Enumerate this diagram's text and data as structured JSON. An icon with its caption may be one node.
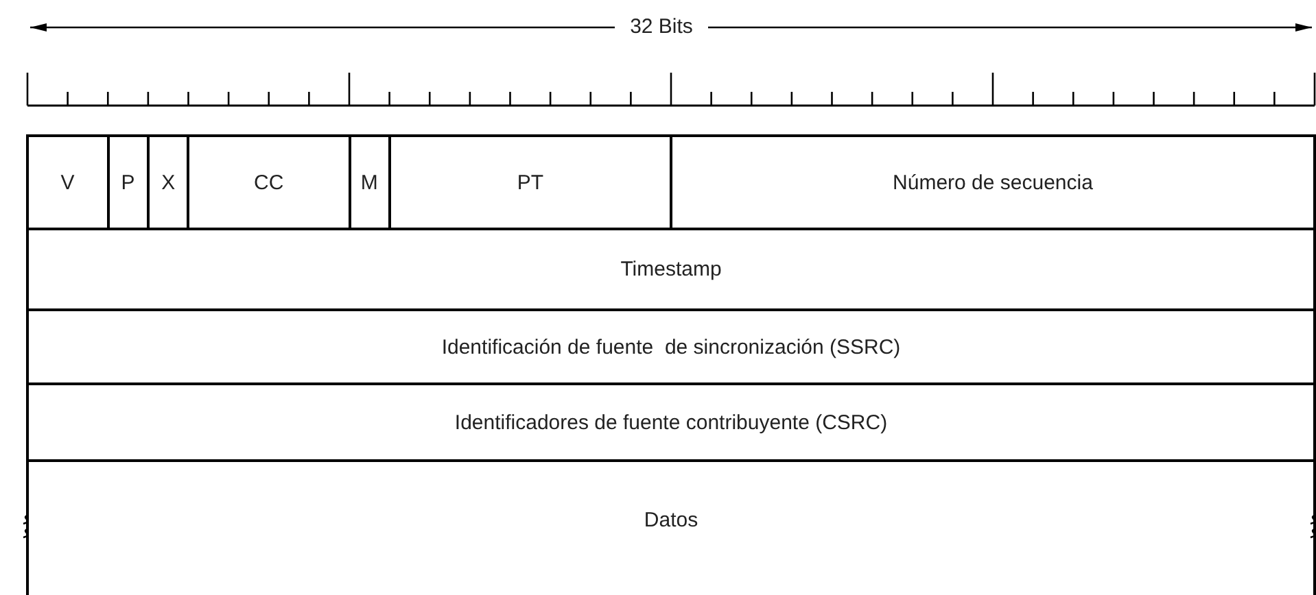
{
  "diagram": {
    "nodes": [
      {
        "text": [
          "V"
        ]
      },
      {
        "text": [
          "P"
        ]
      },
      {
        "text": [
          "X"
        ]
      },
      {
        "text": [
          "CC"
        ]
      },
      {
        "text": [
          "M"
        ]
      },
      {
        "text": [
          "PT"
        ]
      },
      {
        "text": [
          "Número de secuencia"
        ]
      },
      {
        "text": [
          "Timestamp"
        ]
      },
      {
        "text": [
          "Identificación de fuente  de sincronización (SSRC)"
        ]
      },
      {
        "text": [
          "Identificadores de fuente contribuyente (CSRC)"
        ]
      },
      {
        "text": [
          "Datos"
        ]
      }
    ],
    "labels": [
      "32 Bits"
    ]
  }
}
